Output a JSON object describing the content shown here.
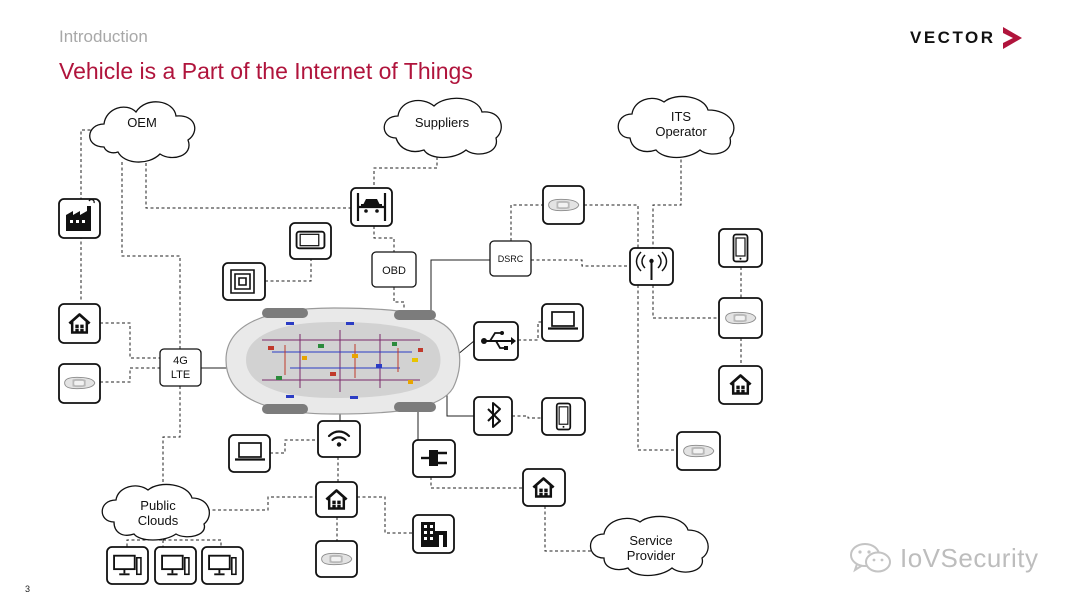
{
  "header": {
    "section": "Introduction",
    "title": "Vehicle is a Part of the Internet of Things",
    "logo_text": "VECTOR",
    "page_number": "3"
  },
  "clouds": {
    "oem": "OEM",
    "suppliers": "Suppliers",
    "its_line1": "ITS",
    "its_line2": "Operator",
    "public_line1": "Public",
    "public_line2": "Clouds",
    "service_line1": "Service",
    "service_line2": "Provider"
  },
  "boxes": {
    "lte_line1": "4G",
    "lte_line2": "LTE",
    "obd": "OBD",
    "dsrc": "DSRC"
  },
  "watermark": {
    "text": "IoVSecurity"
  },
  "colors": {
    "title": "#b0143c",
    "section": "#a8a8a8",
    "logo_accent": "#b0143c"
  }
}
